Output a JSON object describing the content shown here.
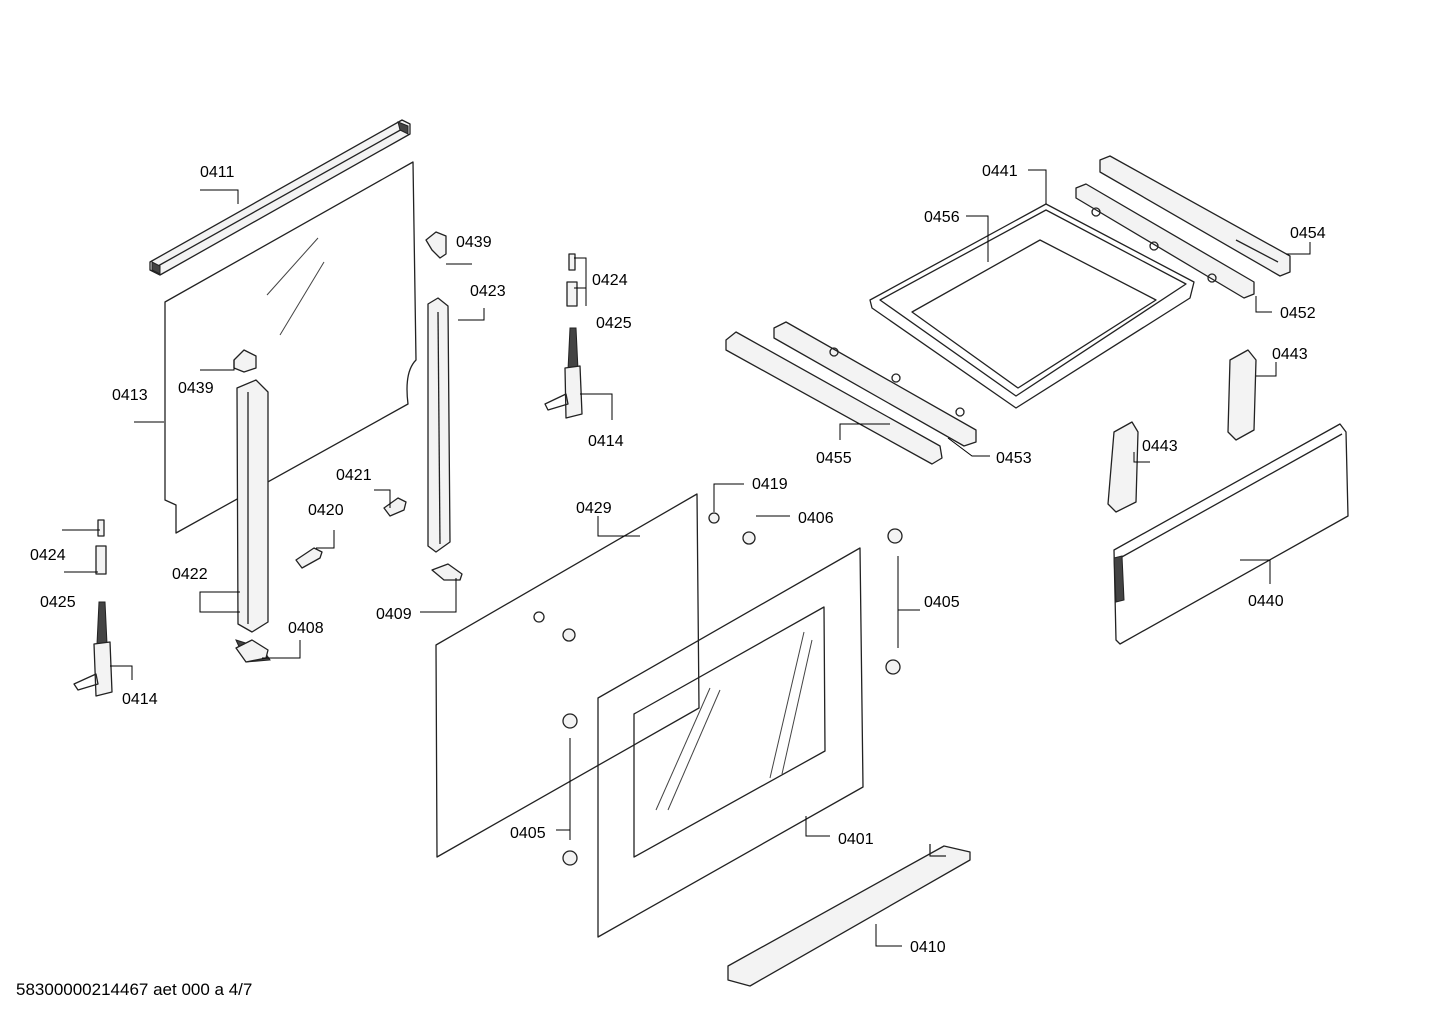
{
  "labels": {
    "l0411": "0411",
    "l0413": "0413",
    "l0439a": "0439",
    "l0439b": "0439",
    "l0423": "0423",
    "l0424a": "0424",
    "l0425a": "0425",
    "l0414a": "0414",
    "l0421": "0421",
    "l0420": "0420",
    "l0422": "0422",
    "l0409": "0409",
    "l0408": "0408",
    "l0424b": "0424",
    "l0425b": "0425",
    "l0414b": "0414",
    "l0429": "0429",
    "l0419": "0419",
    "l0406": "0406",
    "l0405a": "0405",
    "l0405b": "0405",
    "l0401": "0401",
    "l0410": "0410",
    "l0441": "0441",
    "l0456": "0456",
    "l0454": "0454",
    "l0452": "0452",
    "l0455": "0455",
    "l0453": "0453",
    "l0443a": "0443",
    "l0443b": "0443",
    "l0440": "0440"
  },
  "footer": "58300000214467 aet 000 a 4/7"
}
